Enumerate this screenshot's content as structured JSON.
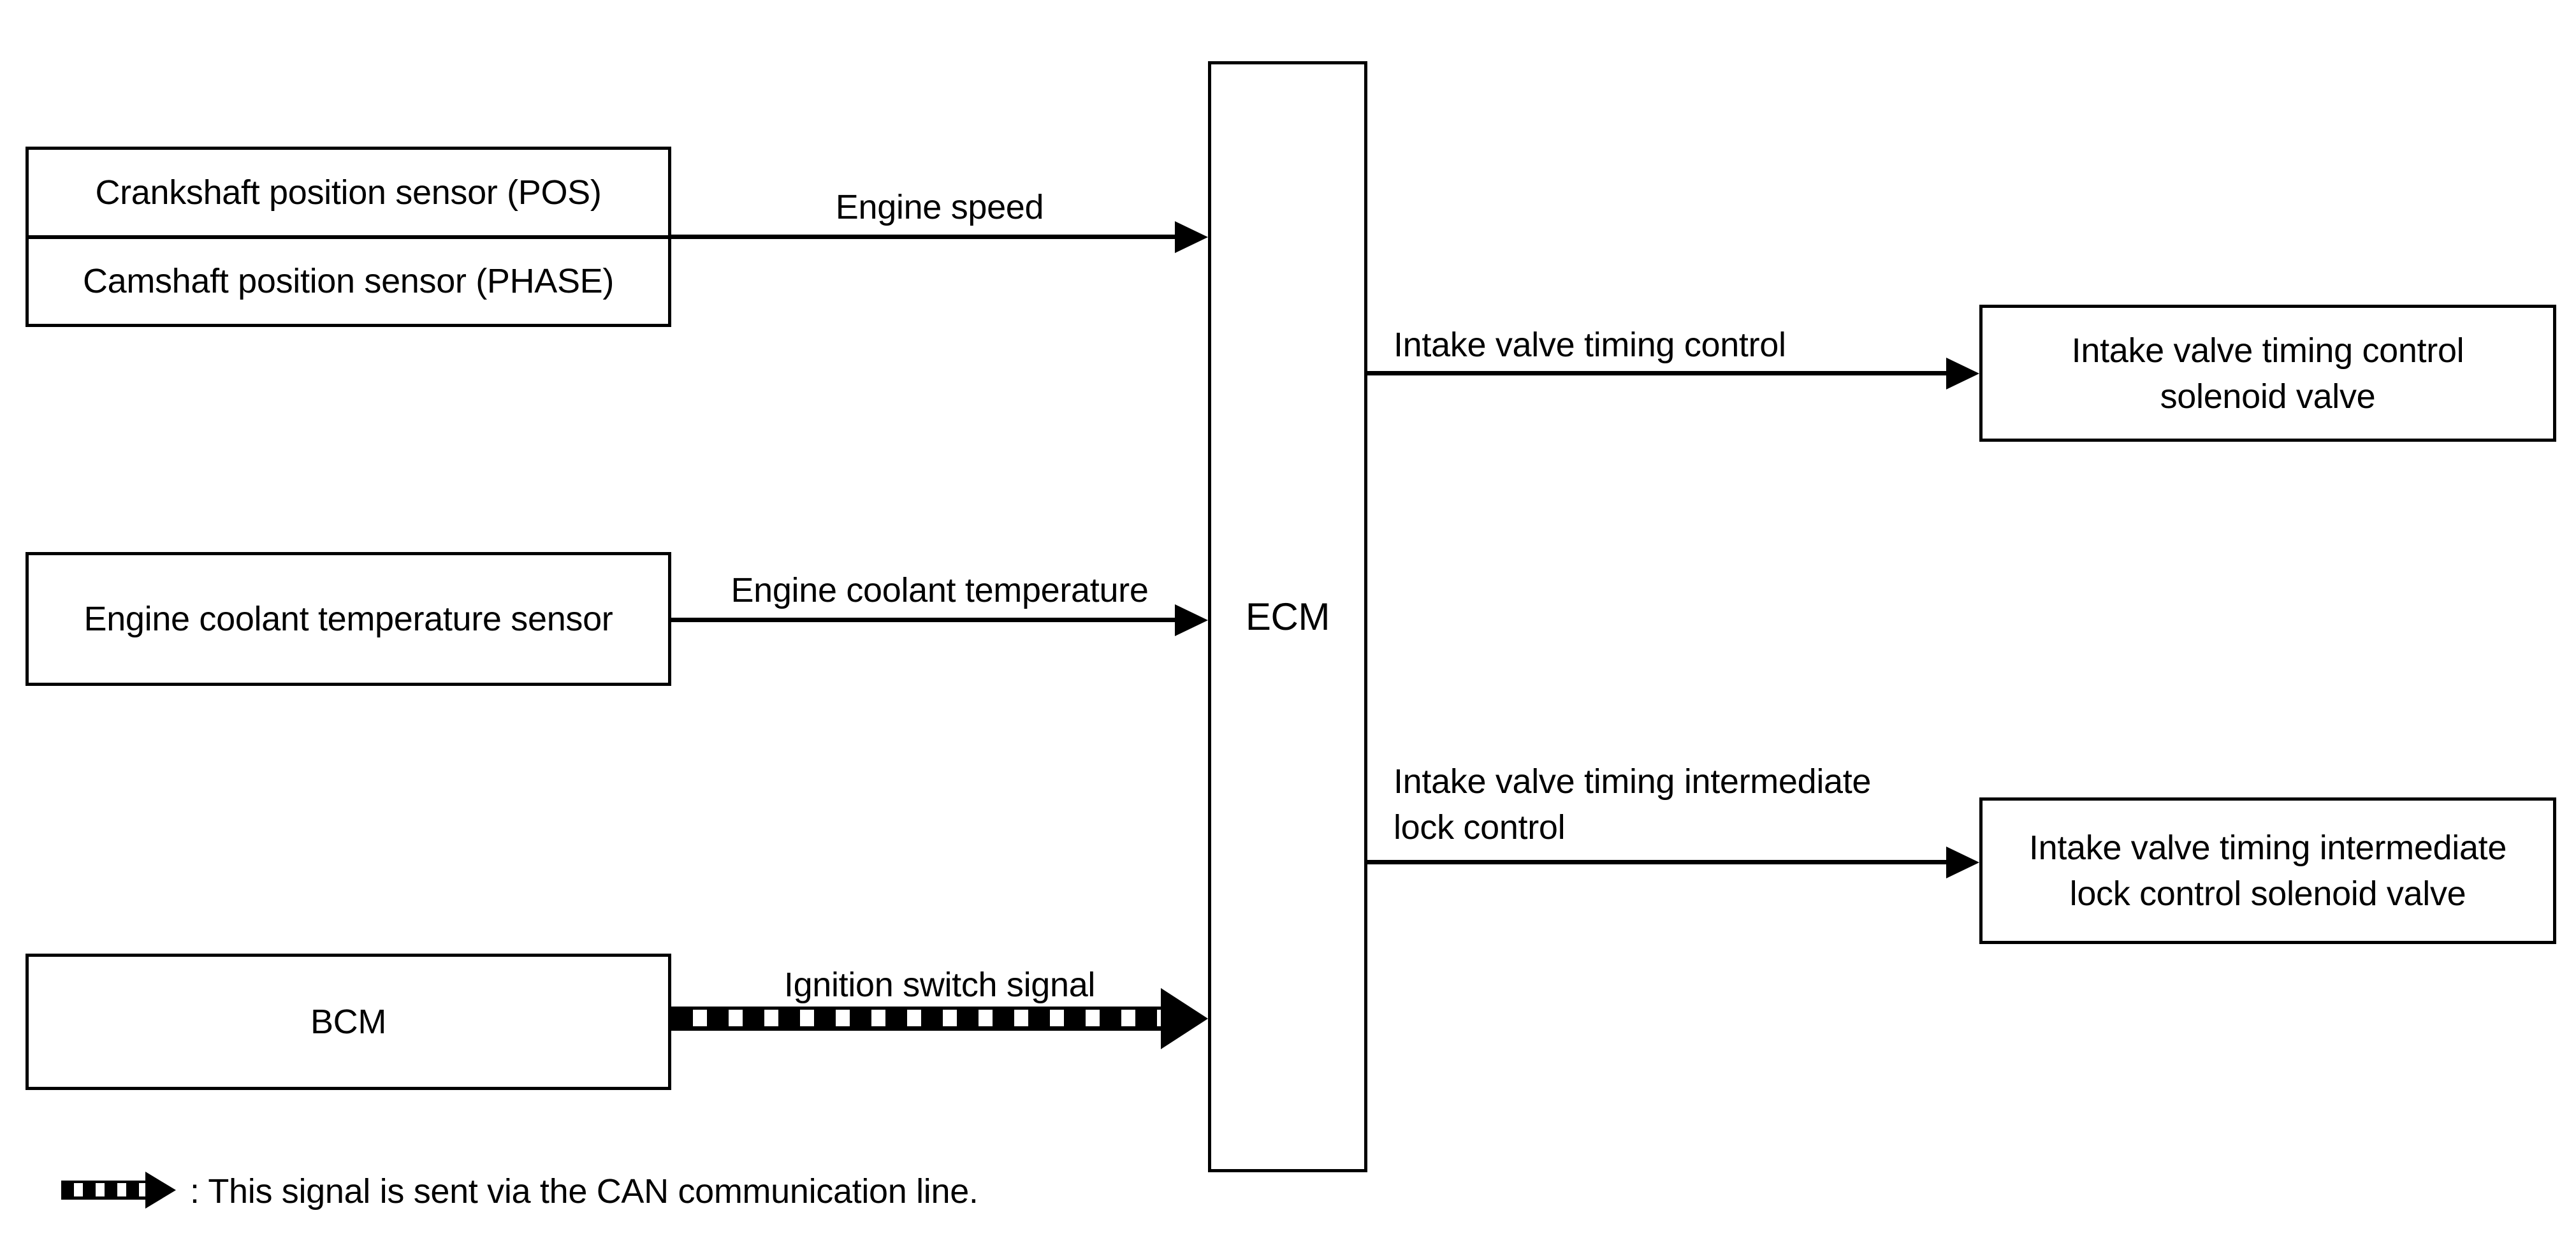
{
  "colors": {
    "ink": "#000000",
    "background": "#ffffff"
  },
  "nodes": {
    "position_sensors": {
      "row1": "Crankshaft position sensor (POS)",
      "row2": "Camshaft position sensor (PHASE)"
    },
    "coolant_sensor": {
      "label": "Engine coolant temperature sensor"
    },
    "bcm": {
      "label": "BCM"
    },
    "ecm": {
      "label": "ECM"
    },
    "ivt_solenoid": {
      "line1": "Intake valve timing control",
      "line2": "solenoid valve"
    },
    "ivt_lock_solenoid": {
      "line1": "Intake valve timing intermediate",
      "line2": "lock control solenoid valve"
    }
  },
  "signals": {
    "engine_speed": {
      "label": "Engine speed"
    },
    "coolant_temperature": {
      "label": "Engine coolant temperature"
    },
    "ignition_switch": {
      "label": "Ignition switch signal"
    },
    "ivt_control": {
      "label": "Intake valve timing control"
    },
    "ivt_lock_control": {
      "line1": "Intake valve timing intermediate",
      "line2": "lock control"
    }
  },
  "legend": {
    "note": ": This signal is sent via the CAN communication line."
  }
}
